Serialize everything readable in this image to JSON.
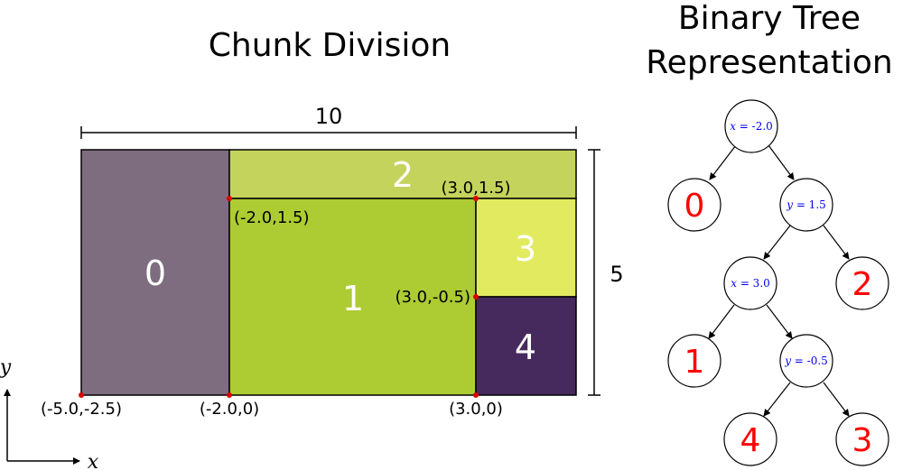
{
  "left_title": "Chunk Division",
  "right_title_line1": "Binary Tree",
  "right_title_line2": "Representation",
  "dimensions": {
    "width_label": "10",
    "height_label": "5"
  },
  "chunks": [
    {
      "id": "0",
      "color": "#7e6d7f",
      "label_color": "#ffffff"
    },
    {
      "id": "1",
      "color": "#adcb33",
      "label_color": "#ffffff"
    },
    {
      "id": "2",
      "color": "#c3d35b",
      "label_color": "#ffffff"
    },
    {
      "id": "3",
      "color": "#e2ea5f",
      "label_color": "#ffffff"
    },
    {
      "id": "4",
      "color": "#462a5e",
      "label_color": "#ffffff"
    }
  ],
  "points": {
    "p_m5_m25": "(-5.0,-2.5)",
    "p_m2_0": "(-2.0,0)",
    "p_3_0": "(3.0,0)",
    "p_m2_15": "(-2.0,1.5)",
    "p_3_15": "(3.0,1.5)",
    "p_3_m05": "(3.0,-0.5)"
  },
  "axes": {
    "x": "x",
    "y": "y"
  },
  "tree": {
    "split_root": {
      "var": "x",
      "rest": " = -2.0"
    },
    "split_y15": {
      "var": "y",
      "rest": " = 1.5"
    },
    "split_x3": {
      "var": "x",
      "rest": " = 3.0"
    },
    "split_ym05": {
      "var": "y",
      "rest": " = -0.5"
    },
    "leaf_0": "0",
    "leaf_2": "2",
    "leaf_1": "1",
    "leaf_4": "4",
    "leaf_3": "3"
  },
  "colors": {
    "split_text": "#0000ee",
    "leaf_text": "#ff0000",
    "point_marker": "#dd0000"
  }
}
